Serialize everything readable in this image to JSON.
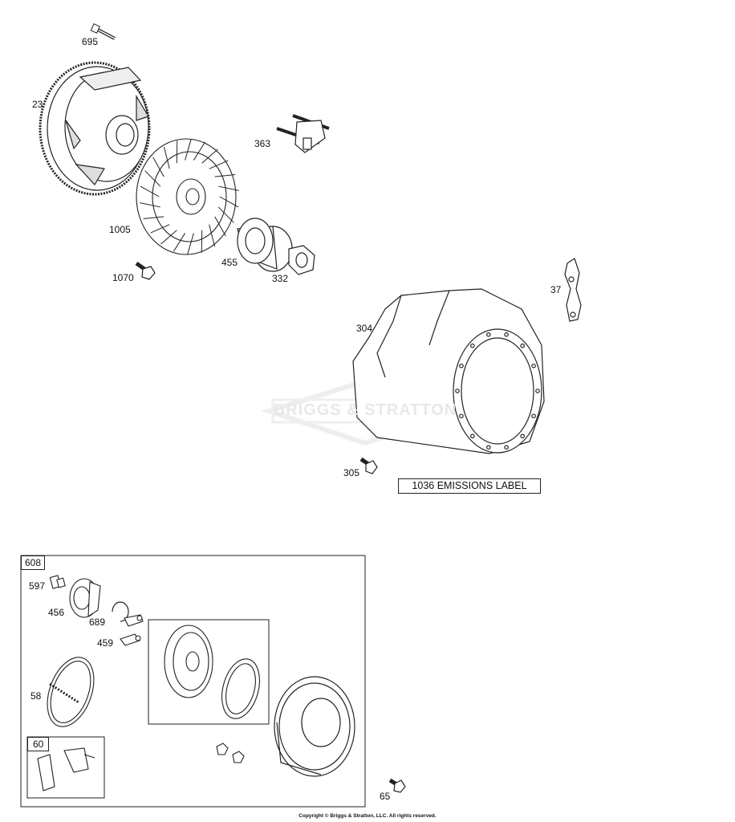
{
  "callouts": {
    "c695": "695",
    "c23": "23",
    "c363": "363",
    "c1005": "1005",
    "c455": "455",
    "c332": "332",
    "c1070": "1070",
    "c37": "37",
    "c304": "304",
    "c305": "305",
    "c608": "608",
    "c597": "597",
    "c456": "456",
    "c689": "689",
    "c459": "459",
    "c58": "58",
    "c60": "60",
    "c65": "65"
  },
  "emissions_label": "1036 EMISSIONS LABEL",
  "watermark": "BRIGGS & STRATTON",
  "copyright": "Copyright © Briggs & Stratton, LLC. All rights reserved."
}
